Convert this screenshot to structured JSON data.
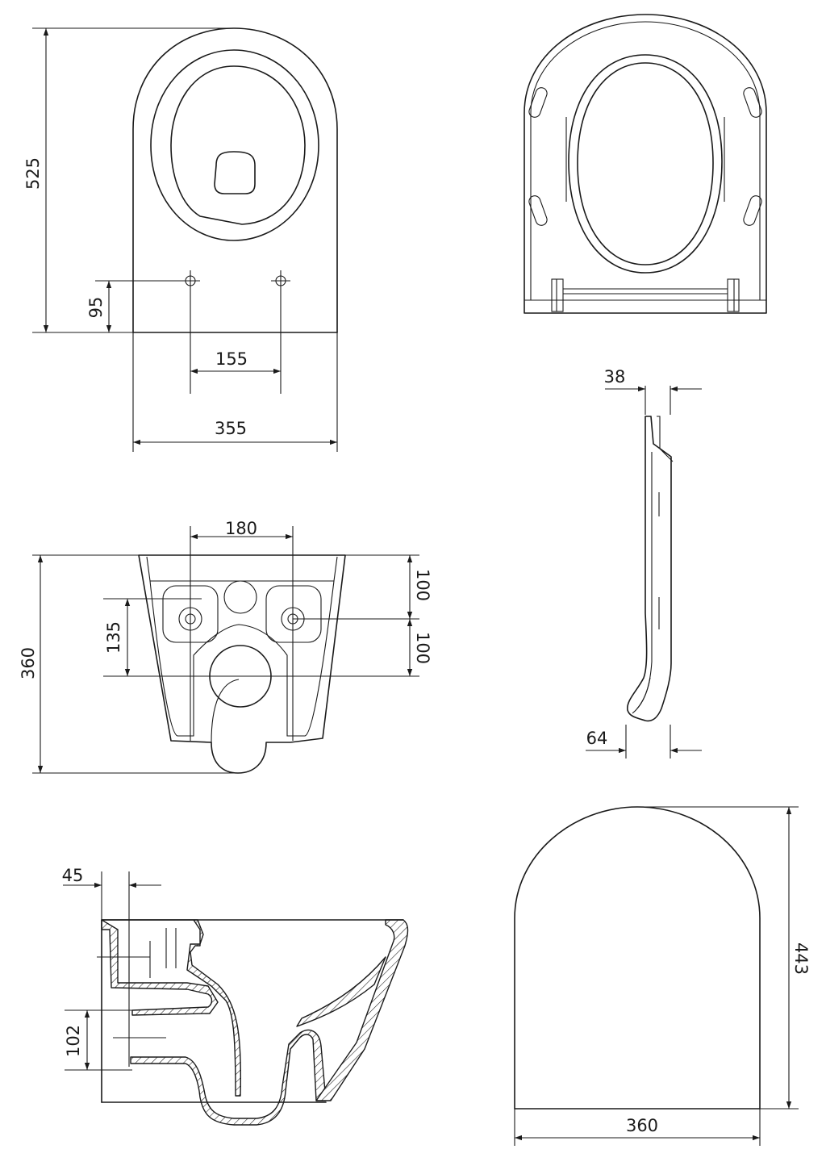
{
  "views": {
    "top_bowl": {
      "height": "525",
      "fix_height": "95",
      "fix_spacing": "155",
      "width": "355"
    },
    "seat_top": {},
    "seat_side": {
      "top_thickness": "38",
      "bottom_thickness": "64"
    },
    "rear": {
      "spacing": "180",
      "height": "360",
      "offset": "135",
      "top_to_axis": "100",
      "axis_to_outlet": "100"
    },
    "section": {
      "offset_top": "45",
      "inlet_height": "102"
    },
    "seat_plan": {
      "width": "360",
      "height": "443"
    }
  }
}
